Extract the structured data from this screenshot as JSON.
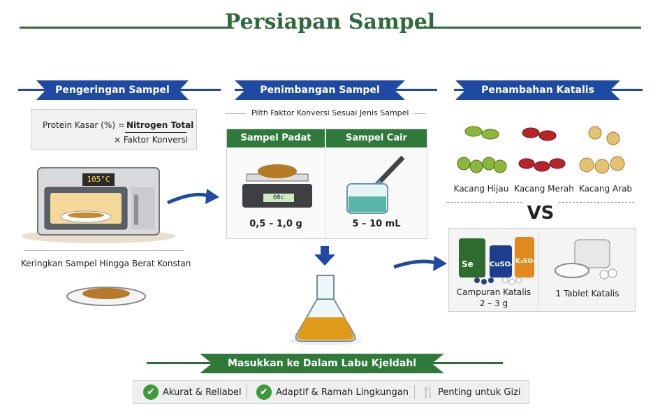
{
  "title": "Persiapan Sampel",
  "sections": {
    "drying": {
      "banner": "Pengeringan Sampel",
      "formula_lhs": "Protein Kasar (%) = ",
      "formula_num": "Nitrogen Total",
      "formula_den": "× Faktor Konversi",
      "oven_display": "105°C",
      "caption": "Keringkan Sampel Hingga Berat Konstan"
    },
    "weighing": {
      "banner": "Penimbangan Sampel",
      "subtitle": "Pilth Faktor Konversi Sesuai Jenis Sampel",
      "solid_head": "Sampel Padat",
      "liquid_head": "Sampel Cair",
      "scale_display": "00c",
      "solid_amount": "0,5 – 1,0 g",
      "liquid_amount": "5 – 10 mL"
    },
    "catalyst": {
      "banner": "Penambahan Katalis",
      "beans": [
        "Kacang Hijau",
        "Kacang Merah",
        "Kacang Arab"
      ],
      "vs": "VS",
      "jar_labels": [
        "Se",
        "CuSO₄",
        "K₂SO₄"
      ],
      "mixed_label": "Campuran Katalis",
      "mixed_amount": "2 – 3 g",
      "tablet_label": "1 Tablet Katalis"
    }
  },
  "bottom_banner": "Masukkan ke Dalam Labu Kjeldahl",
  "features": [
    "Akurat & Reliabel",
    "Adaptif & Ramah Lingkungan",
    "Penting untuk Gizi"
  ],
  "colors": {
    "green": "#2f6b3a",
    "blue": "#1f4aa3",
    "amber": "#e09a1a"
  }
}
